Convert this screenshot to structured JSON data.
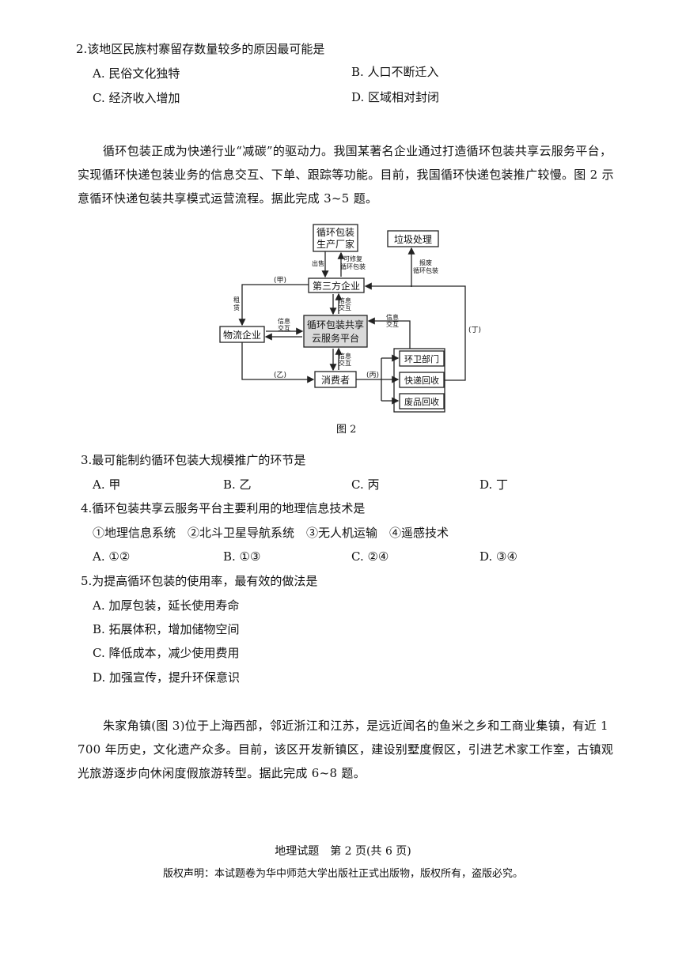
{
  "q2": {
    "stem": "2.该地区民族村寨留存数量较多的原因最可能是",
    "options": [
      "A. 民俗文化独特",
      "B. 人口不断迁入",
      "C. 经济收入增加",
      "D. 区域相对封闭"
    ]
  },
  "passage1": "循环包装正成为快递行业“减碳”的驱动力。我国某著名企业通过打造循环包装共享云服务平台，实现循环快递包装业务的信息交互、下单、跟踪等功能。目前，我国循环快递包装推广较慢。图 2 示意循环快递包装共享模式运营流程。据此完成 3~5 题。",
  "diagram": {
    "caption": "图 2",
    "nodes": {
      "producer_line1": "循环包装",
      "producer_line2": "生产厂家",
      "garbage": "垃圾处理",
      "third_party": "第三方企业",
      "logistics": "物流企业",
      "platform_line1": "循环包装共享",
      "platform_line2": "云服务平台",
      "consumer": "消费者",
      "sanitation": "环卫部门",
      "express_recycle": "快递回收",
      "waste_recycle": "废品回收"
    },
    "labels": {
      "sell": "出售",
      "repairable_1": "可修复",
      "repairable_2": "循环包装",
      "discard_1": "报废",
      "discard_2": "循环包装",
      "jia": "(甲)",
      "yi": "(乙)",
      "bing": "(丙)",
      "ding": "(丁)",
      "lease_1": "租",
      "lease_2": "赁",
      "info_a_1": "信息",
      "info_a_2": "交互",
      "info_b_1": "信息",
      "info_b_2": "交互",
      "info_c_1": "信息",
      "info_c_2": "交互",
      "info_d_1": "信息",
      "info_d_2": "交互"
    }
  },
  "q3": {
    "stem": "3.最可能制约循环包装大规模推广的环节是",
    "options": [
      "A. 甲",
      "B. 乙",
      "C. 丙",
      "D. 丁"
    ]
  },
  "q4": {
    "stem": "4.循环包装共享云服务平台主要利用的地理信息技术是",
    "items": "①地理信息系统　②北斗卫星导航系统　③无人机运输　④遥感技术",
    "options": [
      "A. ①②",
      "B. ①③",
      "C. ②④",
      "D. ③④"
    ]
  },
  "q5": {
    "stem": "5.为提高循环包装的使用率，最有效的做法是",
    "options": [
      "A. 加厚包装，延长使用寿命",
      "B. 拓展体积，增加储物空间",
      "C. 降低成本，减少使用费用",
      "D. 加强宣传，提升环保意识"
    ]
  },
  "passage2": "朱家角镇(图 3)位于上海西部，邻近浙江和江苏，是远近闻名的鱼米之乡和工商业集镇，有近 1 700 年历史，文化遗产众多。目前，该区开发新镇区，建设别墅度假区，引进艺术家工作室，古镇观光旅游逐步向休闲度假旅游转型。据此完成 6~8 题。",
  "footer": {
    "page_info": "地理试题　第 2 页(共 6 页)",
    "copyright": "版权声明：本试题卷为华中师范大学出版社正式出版物，版权所有，盗版必究。"
  }
}
